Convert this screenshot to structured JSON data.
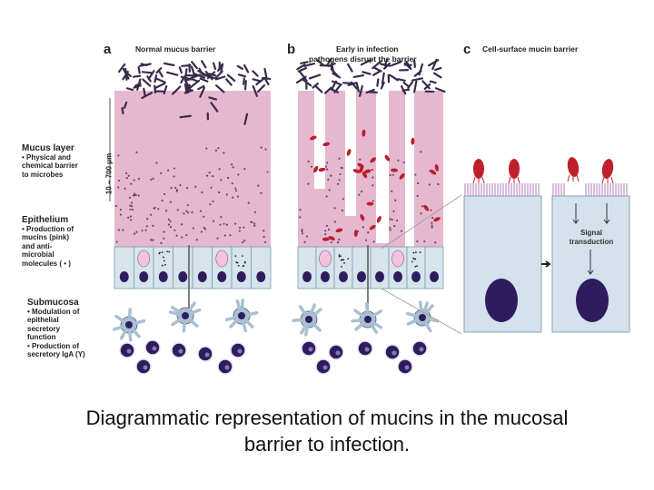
{
  "panels": {
    "a": {
      "letter": "a",
      "title": "Normal mucus barrier"
    },
    "b": {
      "letter": "b",
      "title_line1": "Early in infection",
      "title_line2": "pathogens disrupt the barrier"
    },
    "c": {
      "letter": "c",
      "title": "Cell-surface mucin barrier",
      "inner_label_line1": "Signal",
      "inner_label_line2": "transduction"
    }
  },
  "scale_label": "10 – 700 μm",
  "legend": {
    "mucus_layer": {
      "heading": "Mucus layer",
      "lines": [
        "• Physical and",
        "chemical barrier",
        "to microbes"
      ]
    },
    "epithelium": {
      "heading": "Epithelium",
      "lines": [
        "• Production of",
        "mucins (pink)",
        "and anti-",
        "microbial",
        "molecules ( • )"
      ]
    },
    "submucosa": {
      "heading": "Submucosa",
      "lines": [
        "• Modulation of",
        "epithelial",
        "secretory",
        "function",
        "• Production of",
        "secretory IgA (Y)"
      ]
    }
  },
  "colors": {
    "mucus": "#e6b8d0",
    "epithelial_cell": "#d6e4ec",
    "nucleus": "#2e1d5e",
    "goblet": "#f2c4dc",
    "pathogen": "#b8202a",
    "microbe": "#3a2a4a",
    "immune_cell": "#a9c0d2",
    "cell_c": "#d3e2ec",
    "glycocalyx": "#c090c8"
  },
  "caption_line1": "Diagrammatic representation of mucins in the mucosal",
  "caption_line2": "barrier to infection."
}
